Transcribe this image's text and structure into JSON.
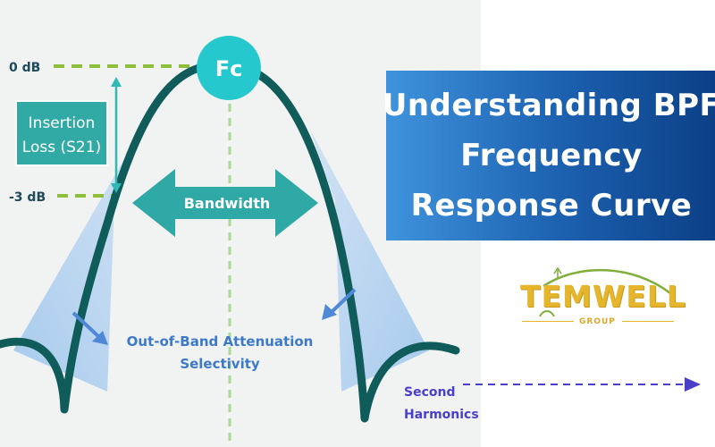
{
  "diagram": {
    "center_label": "Fc",
    "level_top": "0 dB",
    "level_bottom": "-3 dB",
    "insertion_loss": [
      "Insertion",
      "Loss (S21)"
    ],
    "bandwidth": "Bandwidth",
    "attenuation": [
      "Out-of-Band Attenuation",
      "Selectivity"
    ],
    "harmonics": [
      "Second",
      "Harmonics"
    ]
  },
  "title": {
    "lines": [
      "Understanding BPF",
      "Frequency",
      "Response Curve"
    ]
  },
  "logo": {
    "word": "TEMWELL",
    "sub": "GROUP"
  },
  "colors": {
    "curve": "#0f5c5a",
    "accent": "#2fb8b4",
    "dashed_level": "#8dbf3a",
    "center_line": "#a6dc95",
    "text_blue": "#3d79c9",
    "harmonics": "#4a3fc9",
    "logo": "#e5b52b"
  }
}
